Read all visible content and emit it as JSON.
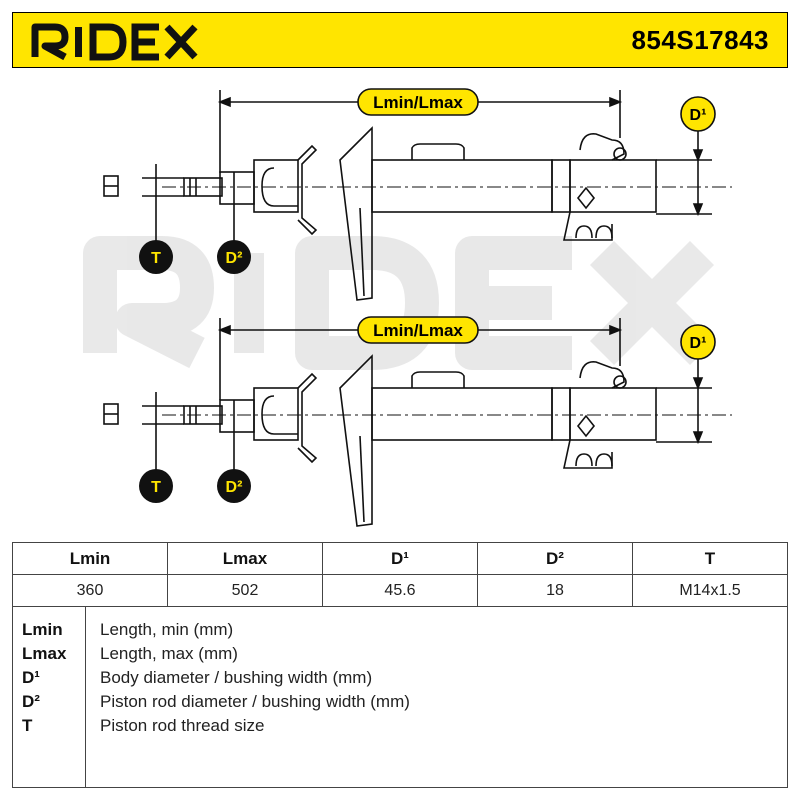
{
  "header": {
    "brand": "RIDEX",
    "part_number": "854S17843",
    "brand_color": "#ffe500"
  },
  "watermark": "RIDEX",
  "diagram": {
    "labels": {
      "length": "Lmin/Lmax",
      "body_diameter": "D¹",
      "rod_diameter": "D²",
      "thread": "T"
    }
  },
  "spec_table": {
    "headers": [
      "Lmin",
      "Lmax",
      "D¹",
      "D²",
      "T"
    ],
    "values": [
      "360",
      "502",
      "45.6",
      "18",
      "M14x1.5"
    ]
  },
  "legend": [
    {
      "key": "Lmin",
      "desc": "Length, min (mm)"
    },
    {
      "key": "Lmax",
      "desc": "Length, max (mm)"
    },
    {
      "key": "D¹",
      "desc": "Body diameter / bushing width (mm)"
    },
    {
      "key": "D²",
      "desc": "Piston rod diameter / bushing width (mm)"
    },
    {
      "key": "T",
      "desc": "Piston rod thread size"
    }
  ]
}
